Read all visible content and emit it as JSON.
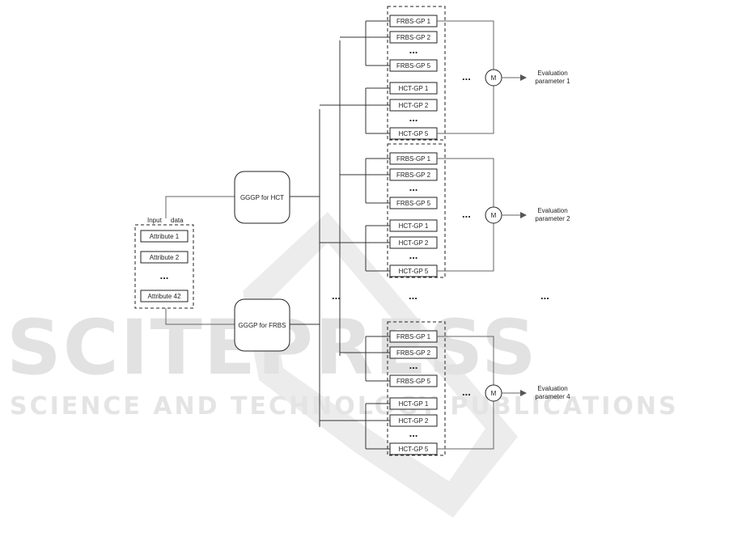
{
  "watermark": {
    "main": "SCITEPRESS",
    "sub": "SCIENCE AND TECHNOLOGY PUBLICATIONS"
  },
  "input": {
    "label_left": "Input",
    "label_right": "data",
    "attributes": [
      "Attribute 1",
      "Attribute 2",
      "...",
      "Attribute 42"
    ]
  },
  "gggp": {
    "hct": "GGGP for HCT",
    "frbs": "GGGP for FRBS"
  },
  "groups": [
    {
      "frbs": [
        "FRBS-GP 1",
        "FRBS-GP 2",
        "...",
        "FRBS-GP 5"
      ],
      "hct": [
        "HCT-GP 1",
        "HCT-GP 2",
        "...",
        "HCT-GP 5"
      ],
      "merge": "M",
      "output": [
        "Evaluation",
        "parameter 1"
      ]
    },
    {
      "frbs": [
        "FRBS-GP 1",
        "FRBS-GP 2",
        "...",
        "FRBS-GP 5"
      ],
      "hct": [
        "HCT-GP 1",
        "HCT-GP 2",
        "...",
        "HCT-GP 5"
      ],
      "merge": "M",
      "output": [
        "Evaluation",
        "parameter 2"
      ]
    },
    {
      "frbs": [
        "FRBS-GP 1",
        "FRBS-GP 2",
        "...",
        "FRBS-GP 5"
      ],
      "hct": [
        "HCT-GP 1",
        "HCT-GP 2",
        "...",
        "HCT-GP 5"
      ],
      "merge": "M",
      "output": [
        "Evaluation",
        "parameter 4"
      ]
    }
  ],
  "ellipsis": "..."
}
